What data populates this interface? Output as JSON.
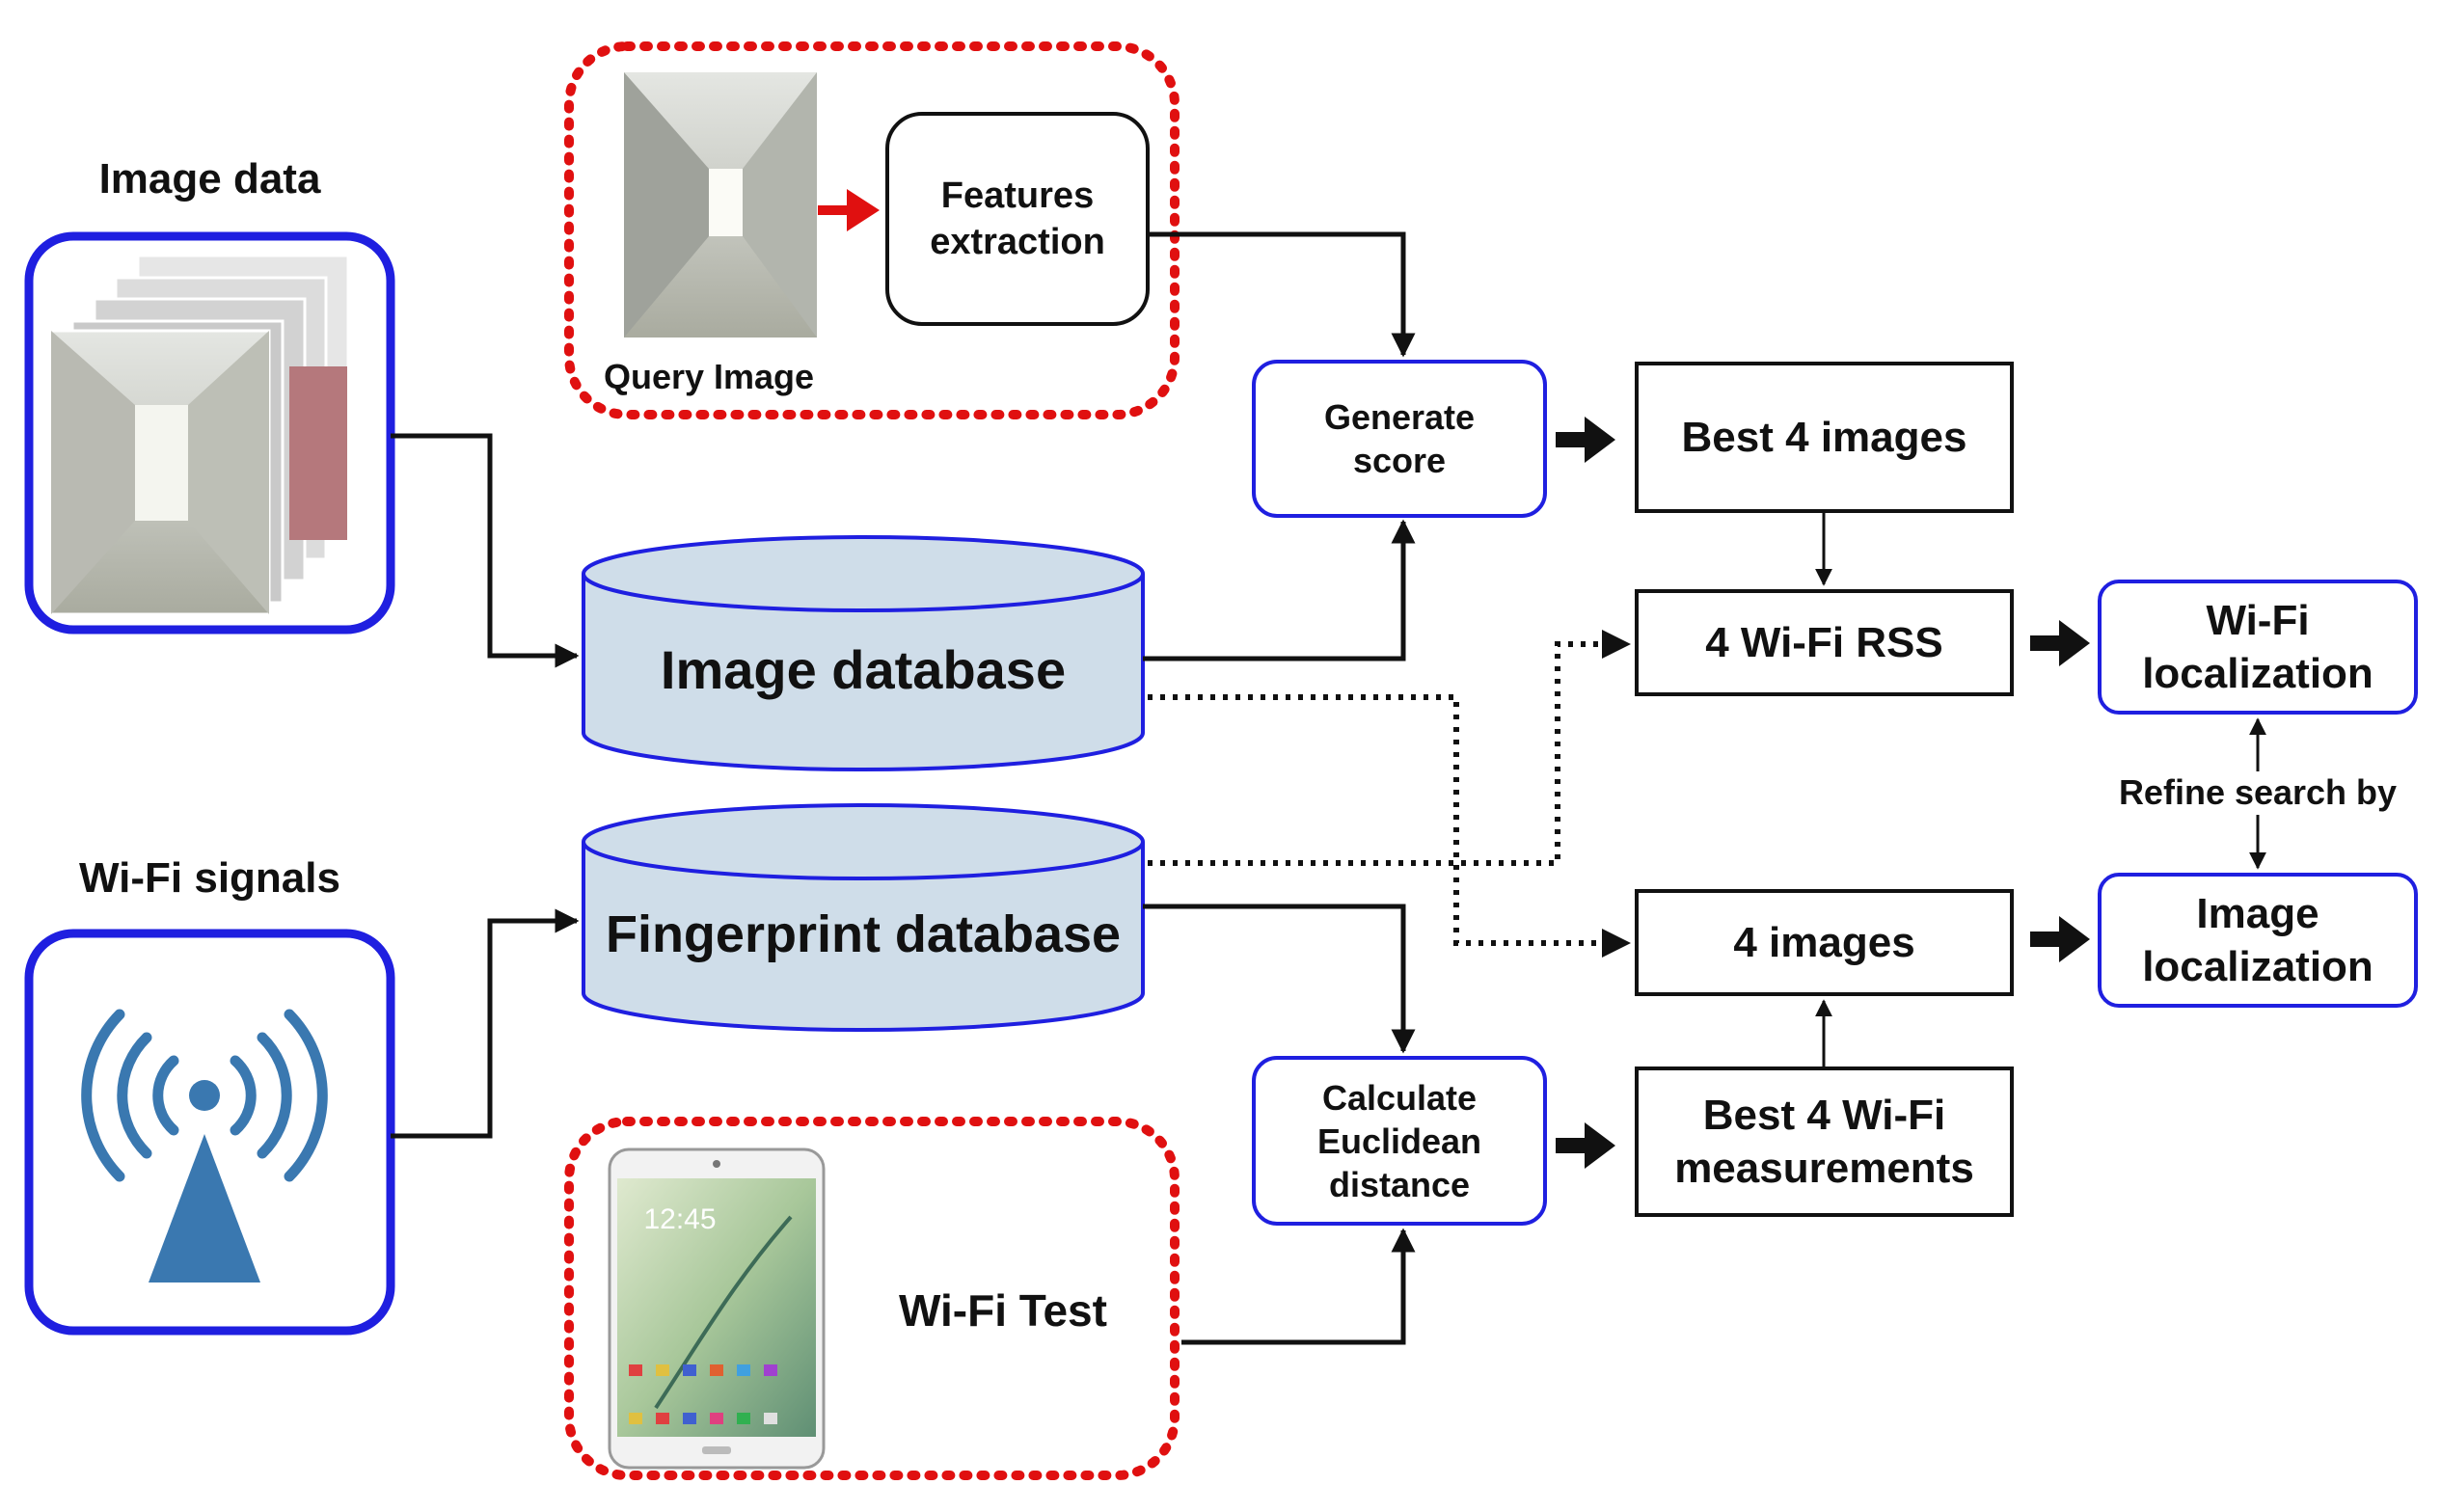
{
  "image_data": {
    "title": "Image data"
  },
  "wifi_signals": {
    "title": "Wi-Fi signals"
  },
  "query": {
    "caption": "Query Image",
    "features_label": "Features extraction"
  },
  "wifi_test": {
    "label": "Wi-Fi Test"
  },
  "databases": {
    "image": "Image database",
    "fingerprint": "Fingerprint database"
  },
  "process": {
    "generate_score": "Generate score",
    "calc_distance": "Calculate Euclidean distance"
  },
  "results": {
    "best_images": "Best 4 images",
    "wifi_rss": "4 Wi-Fi RSS",
    "four_images": "4 images",
    "best_wifi": "Best 4 Wi-Fi measurements"
  },
  "outputs": {
    "wifi_loc": "Wi-Fi localization",
    "image_loc": "Image localization",
    "refine": "Refine search by"
  },
  "tablet": {
    "time": "12:45"
  },
  "colors": {
    "accent_blue": "#1f1fe0",
    "dotted_red": "#e01010",
    "db_fill": "#cfdde9",
    "wifi_icon": "#3a78b0"
  }
}
